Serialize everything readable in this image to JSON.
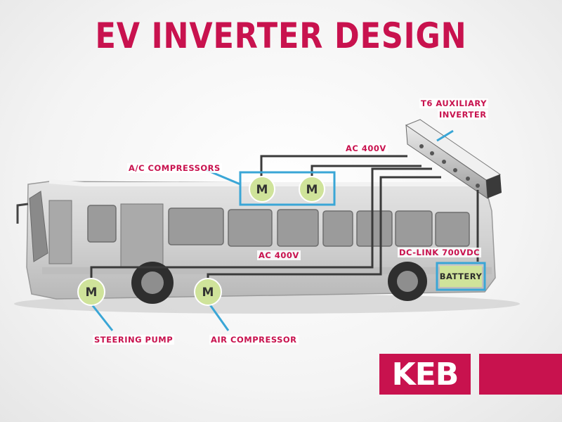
{
  "title": "EV INVERTER DESIGN",
  "labels": {
    "inverter_line1": "T6 AUXILIARY",
    "inverter_line2": "INVERTER",
    "ac_top": "AC 400V",
    "ac_compressors": "A/C COMPRESSORS",
    "dc_link": "DC-LINK 700VDC",
    "ac_middle": "AC 400V",
    "battery": "BATTERY",
    "steering_pump": "STEERING PUMP",
    "air_compressor": "AIR COMPRESSOR"
  },
  "motor_symbol": "M",
  "logo": "KEB",
  "colors": {
    "accent": "#c8124e",
    "highlight_box": "#3aa6d6",
    "motor_fill": "#cfe39a",
    "wire": "#3a3a3a"
  }
}
